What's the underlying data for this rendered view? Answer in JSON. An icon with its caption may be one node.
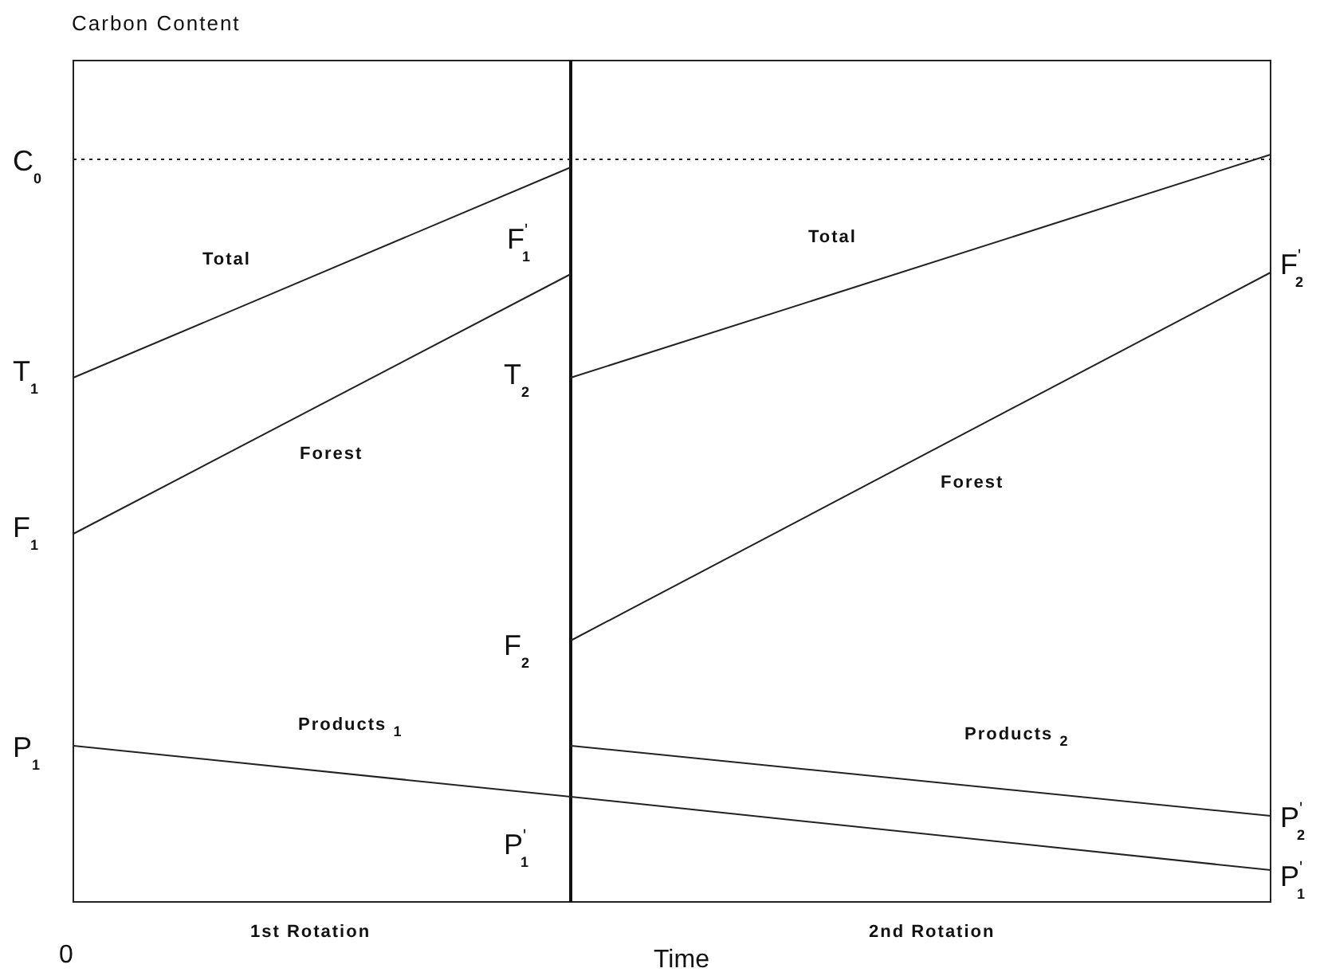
{
  "diagram": {
    "labels": [
      "Carbon Content",
      "C$_{0}$",
      "Total",
      "F$^{'}$$_{1}$",
      "Total",
      "F$^{'}$$_{2}$",
      "T$_{1}$",
      "T$_{2}$",
      "Forest",
      "Forest",
      "F$_{1}$",
      "F$_{2}$",
      "Products $_{1}$",
      "Products $_{2}$",
      "P$_{1}$",
      "P$^{'}$$_{2}$",
      "P$^{'}$$_{1}$",
      "P$^{'}$$_{1}$",
      "1st Rotation",
      "2nd Rotation",
      "0",
      "Time"
    ]
  }
}
